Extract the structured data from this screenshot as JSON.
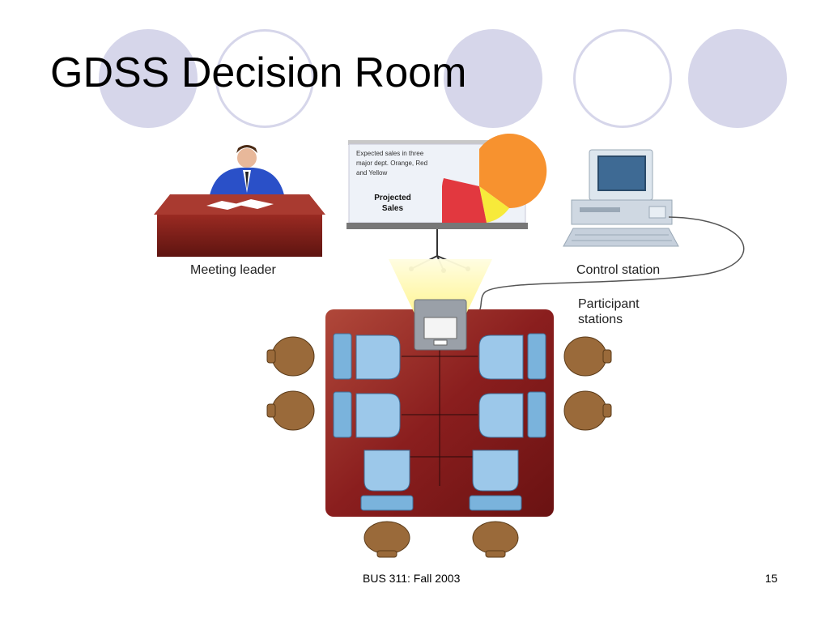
{
  "slide": {
    "title": "GDSS Decision Room",
    "footer": "BUS 311: Fall 2003",
    "page_number": "15"
  },
  "illustration": {
    "screen_text": "Expected sales in three major dept. Orange, Red and Yellow",
    "screen_heading_line1": "Projected",
    "screen_heading_line2": "Sales",
    "label_meeting_leader": "Meeting leader",
    "label_control_station": "Control station",
    "label_participant_line1": "Participant",
    "label_participant_line2": "stations",
    "pie_colors": {
      "orange": "#f7922f",
      "red": "#e2383f",
      "yellow": "#f7ea3a"
    }
  },
  "theme": {
    "deco_circle": "#d6d6ea",
    "table": "#8a1e1e",
    "chair": "#9a6a3a",
    "monitor": "#7ab3dc"
  }
}
